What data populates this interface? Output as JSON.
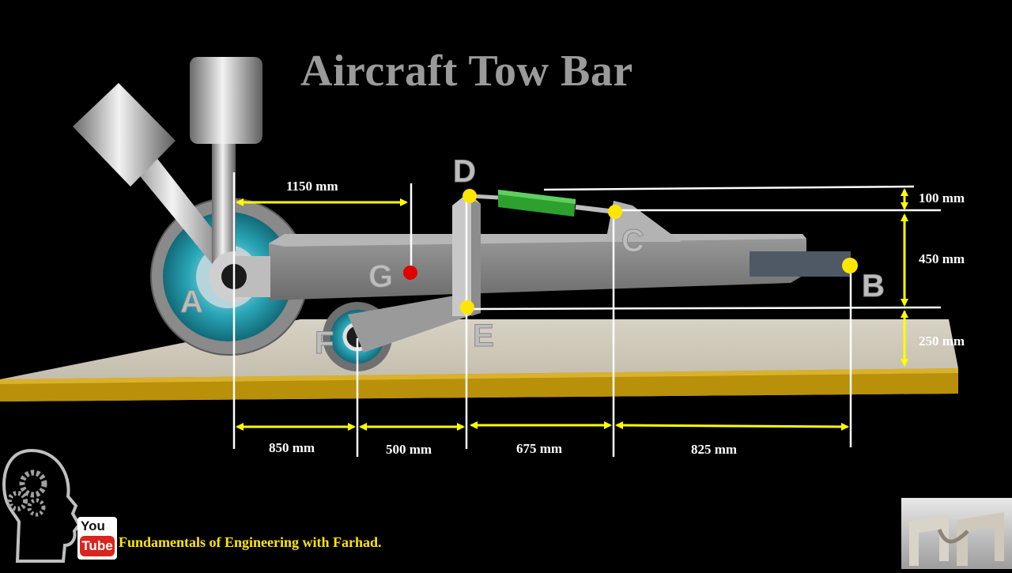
{
  "title": "Aircraft Tow Bar",
  "points": {
    "A": "A",
    "B": "B",
    "C": "C",
    "D": "D",
    "E": "E",
    "F": "F",
    "G": "G"
  },
  "dimensions": {
    "ag_horizontal": "1150 mm",
    "af": "850 mm",
    "fe": "500 mm",
    "ec": "675 mm",
    "cb": "825 mm",
    "top_offset": "100 mm",
    "middle_height": "450 mm",
    "bottom_height": "250 mm"
  },
  "footer": {
    "channel": "Fundamentals of Engineering with Farhad.",
    "youtube_you": "You",
    "youtube_tube": "Tube"
  },
  "colors": {
    "dimension_arrow": "#ffff00",
    "joint": "#ffe600",
    "center_of_gravity": "#e00000",
    "actuator": "#2ea02e",
    "ground_top": "#cfc8b8",
    "ground_edge": "#b8900a"
  }
}
